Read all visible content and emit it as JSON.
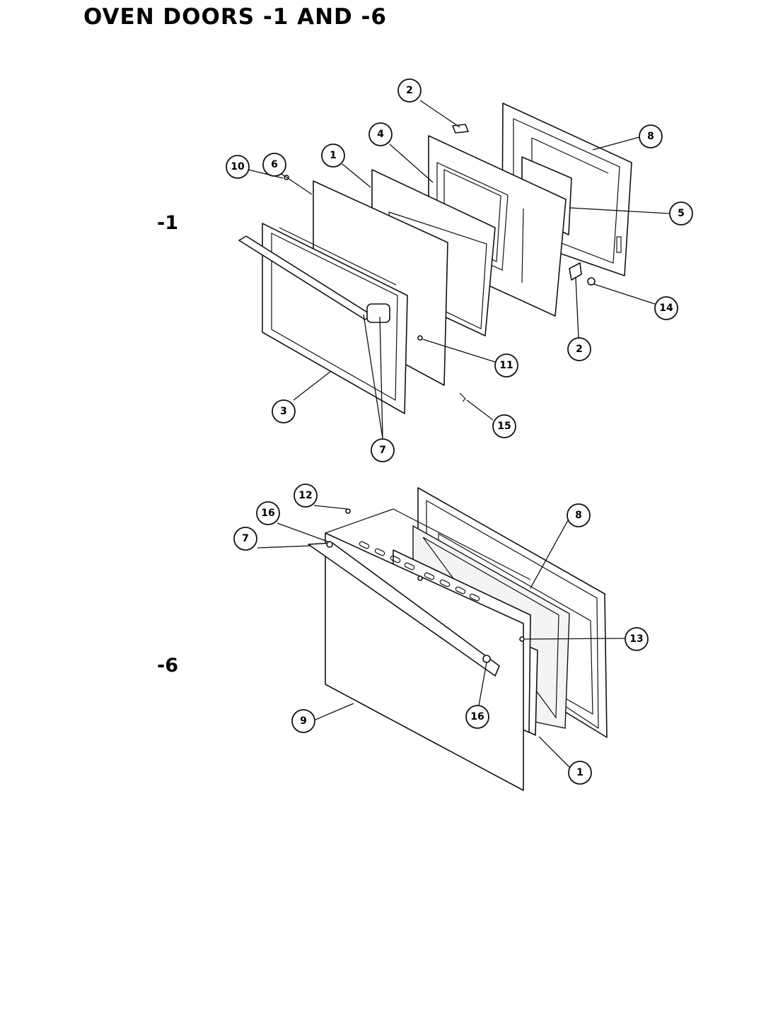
{
  "title": "OVEN DOORS -1 AND -6",
  "variants": {
    "v1": {
      "label": "-1"
    },
    "v6": {
      "label": "-6"
    }
  },
  "callouts": {
    "v1_2_top": "2",
    "v1_8": "8",
    "v1_4": "4",
    "v1_1": "1",
    "v1_6": "6",
    "v1_10": "10",
    "v1_5": "5",
    "v1_14": "14",
    "v1_2_bottom": "2",
    "v1_11": "11",
    "v1_3": "3",
    "v1_15": "15",
    "v1_7": "7",
    "v6_12": "12",
    "v6_16_top": "16",
    "v6_7": "7",
    "v6_8": "8",
    "v6_13": "13",
    "v6_16_bottom": "16",
    "v6_9": "9",
    "v6_1": "1"
  }
}
